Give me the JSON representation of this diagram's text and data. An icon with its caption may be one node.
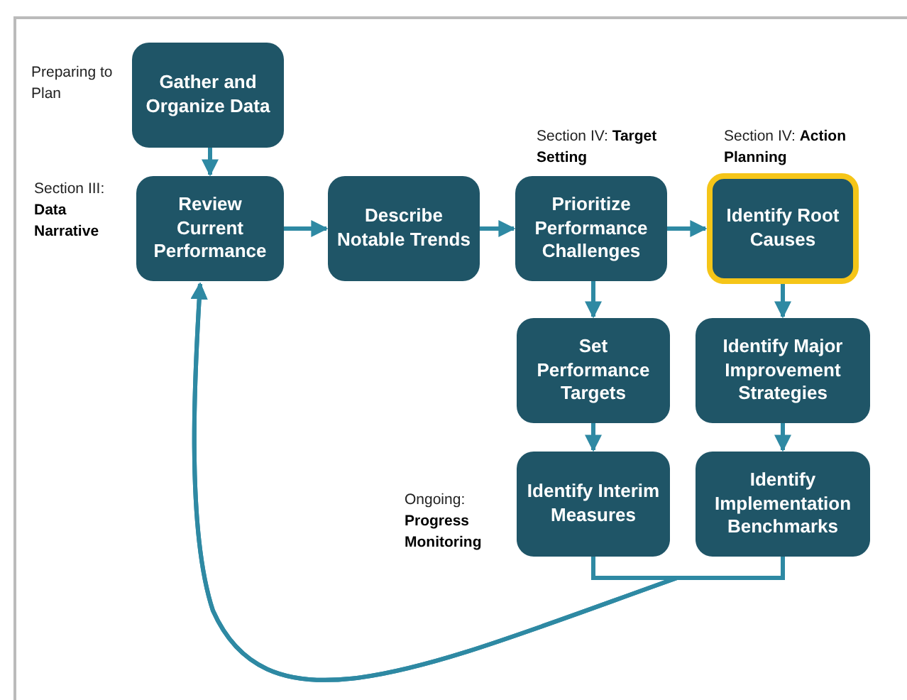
{
  "diagram": {
    "nodes": [
      {
        "text": [
          "Gather and Organize Data"
        ]
      },
      {
        "text": [
          "Review Current Performance"
        ]
      },
      {
        "text": [
          "Describe Notable Trends"
        ]
      },
      {
        "text": [
          "Prioritize Performance Challenges"
        ]
      },
      {
        "text": [
          "Identify Root Causes"
        ]
      },
      {
        "text": [
          "Set Performance Targets"
        ]
      },
      {
        "text": [
          "Identify Major Improvement Strategies"
        ]
      },
      {
        "text": [
          "Identify Interim Measures"
        ]
      },
      {
        "text": [
          "Identify Implementation Benchmarks"
        ]
      }
    ],
    "edges": [
      {
        "from": 0,
        "to": 1,
        "arrow": "to"
      },
      {
        "from": 1,
        "to": 2,
        "arrow": "to"
      },
      {
        "from": 2,
        "to": 3,
        "arrow": "to"
      },
      {
        "from": 3,
        "to": 4,
        "arrow": "to"
      },
      {
        "from": 3,
        "to": 5,
        "arrow": "to"
      },
      {
        "from": 4,
        "to": 6,
        "arrow": "to"
      },
      {
        "from": 5,
        "to": 7,
        "arrow": "to"
      },
      {
        "from": 6,
        "to": 8,
        "arrow": "to"
      },
      {
        "from": 7,
        "to": 1,
        "arrow": "to"
      },
      {
        "from": 8,
        "to": 1,
        "arrow": "to"
      }
    ],
    "labels": [
      "Preparing to Plan",
      "Section III: **Data Narrative**",
      "Section IV: **Target Setting**",
      "Section IV: **Action Planning**",
      "Ongoing: **Progress Monitoring**"
    ]
  }
}
